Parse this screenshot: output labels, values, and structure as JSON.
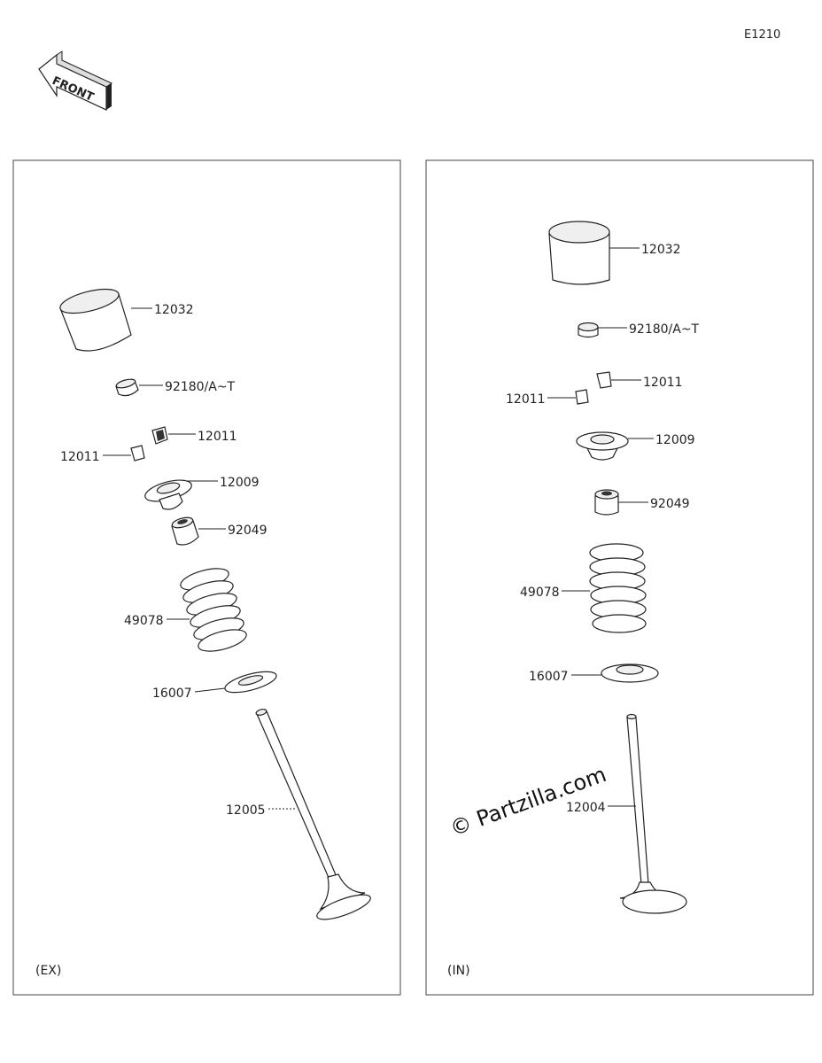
{
  "diagram_code": "E1210",
  "front_label": "FRONT",
  "watermark": "© Partzilla.com",
  "ex": {
    "panel_label": "(EX)",
    "parts": {
      "lifter": "12032",
      "shim": "92180/A~T",
      "cotter_upper": "12011",
      "cotter_lower": "12011",
      "retainer": "12009",
      "seal": "92049",
      "spring": "49078",
      "seat": "16007",
      "valve": "12005"
    }
  },
  "in": {
    "panel_label": "(IN)",
    "parts": {
      "lifter": "12032",
      "shim": "92180/A~T",
      "cotter_upper": "12011",
      "cotter_lower": "12011",
      "retainer": "12009",
      "seal": "92049",
      "spring": "49078",
      "seat": "16007",
      "valve": "12004"
    }
  }
}
